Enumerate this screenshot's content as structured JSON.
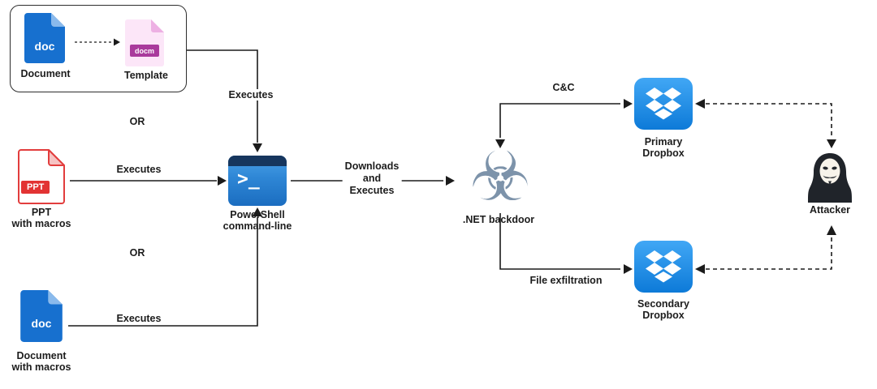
{
  "icons": {
    "biohazard_glyph": "☣"
  },
  "colors": {
    "doc_blue": "#1770CF",
    "doc_fold": "#8ABAEC",
    "template_pink": "#FCE6F8",
    "template_fold": "#EDB0E3",
    "template_badge": "#A93A9C",
    "ppt_red": "#E23333",
    "powershell_blue": "#2E86D5",
    "powershell_titlebar": "#16365E",
    "dropbox_blue_top": "#41A7F5",
    "dropbox_blue_bottom": "#0D7AD8",
    "backdoor_slate": "#7D93AA",
    "connector_black": "#1B1B1B"
  },
  "nodes": {
    "document": {
      "name": "Document",
      "file_label": "doc"
    },
    "template": {
      "name": "Template",
      "file_label": "docm"
    },
    "ppt": {
      "name1": "PPT",
      "name2": "with macros",
      "file_label": "PPT"
    },
    "powershell": {
      "name1": "PowerShell",
      "name2": "command-line",
      "prompt": ">_"
    },
    "doc_macros": {
      "name1": "Document",
      "name2": "with macros",
      "file_label": "doc"
    },
    "backdoor": {
      "name": ".NET backdoor"
    },
    "dropbox_primary": {
      "name1": "Primary",
      "name2": "Dropbox"
    },
    "dropbox_secondary": {
      "name1": "Secondary",
      "name2": "Dropbox"
    },
    "attacker": {
      "name": "Attacker"
    }
  },
  "edges": {
    "or_top": "OR",
    "or_bottom": "OR",
    "executes_template": "Executes",
    "executes_ppt": "Executes",
    "executes_doc": "Executes",
    "downloads_line1": "Downloads",
    "downloads_line2": "and",
    "downloads_line3": "Executes",
    "cnc": "C&C",
    "exfiltration": "File exfiltration"
  }
}
